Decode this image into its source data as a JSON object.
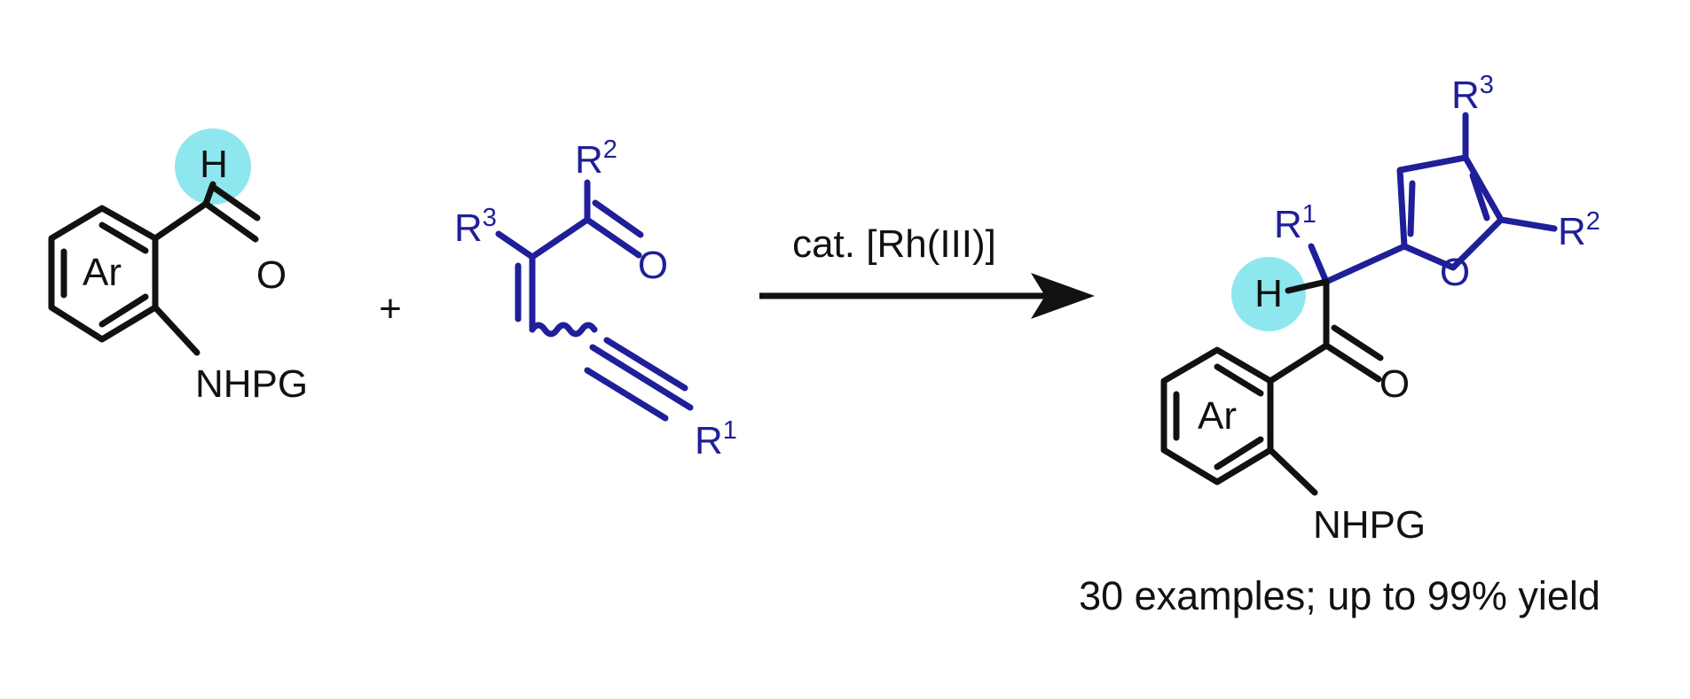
{
  "colors": {
    "bond_black": "#111111",
    "bond_blue": "#1f1f99",
    "highlight_cyan": "#8ee7ee"
  },
  "reactant1": {
    "ring_label": "Ar",
    "aldehyde_h": "H",
    "carbonyl_o": "O",
    "amine": "NHPG"
  },
  "plus_sign": "+",
  "reactant2": {
    "r2_letter": "R",
    "r2_index": "2",
    "r3_letter": "R",
    "r3_index": "3",
    "carbonyl_o": "O",
    "r1_letter": "R",
    "r1_index": "1"
  },
  "arrow": {
    "condition": "cat. [Rh(III)]"
  },
  "product": {
    "ring_label": "Ar",
    "alpha_h": "H",
    "carbonyl_o": "O",
    "amine": "NHPG",
    "r1_letter": "R",
    "r1_index": "1",
    "r2_letter": "R",
    "r2_index": "2",
    "r3_letter": "R",
    "r3_index": "3",
    "furan_o": "O"
  },
  "result": "30 examples; up to 99% yield"
}
